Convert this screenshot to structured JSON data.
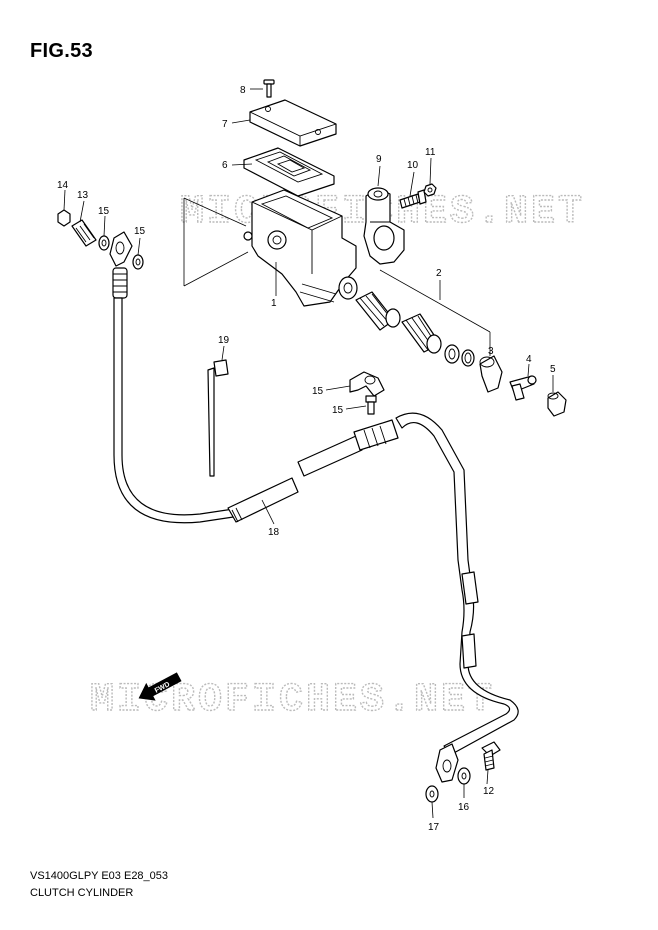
{
  "figure": {
    "title": "FIG.53",
    "model_code": "VS1400GLPY E03 E28_053",
    "assembly_name": "CLUTCH CYLINDER"
  },
  "watermark": "MICROFICHES.NET",
  "fwd_label": "FWD",
  "callouts": [
    {
      "id": "c1",
      "label": "1"
    },
    {
      "id": "c2",
      "label": "2"
    },
    {
      "id": "c3",
      "label": "3"
    },
    {
      "id": "c4",
      "label": "4"
    },
    {
      "id": "c5",
      "label": "5"
    },
    {
      "id": "c6",
      "label": "6"
    },
    {
      "id": "c7",
      "label": "7"
    },
    {
      "id": "c8",
      "label": "8"
    },
    {
      "id": "c9",
      "label": "9"
    },
    {
      "id": "c10",
      "label": "10"
    },
    {
      "id": "c11",
      "label": "11"
    },
    {
      "id": "c12",
      "label": "12"
    },
    {
      "id": "c13",
      "label": "13"
    },
    {
      "id": "c14",
      "label": "14"
    },
    {
      "id": "c15a",
      "label": "15"
    },
    {
      "id": "c15b",
      "label": "15"
    },
    {
      "id": "c15c",
      "label": "15"
    },
    {
      "id": "c15d",
      "label": "15"
    },
    {
      "id": "c16",
      "label": "16"
    },
    {
      "id": "c17",
      "label": "17"
    },
    {
      "id": "c18",
      "label": "18"
    },
    {
      "id": "c19",
      "label": "19"
    }
  ]
}
